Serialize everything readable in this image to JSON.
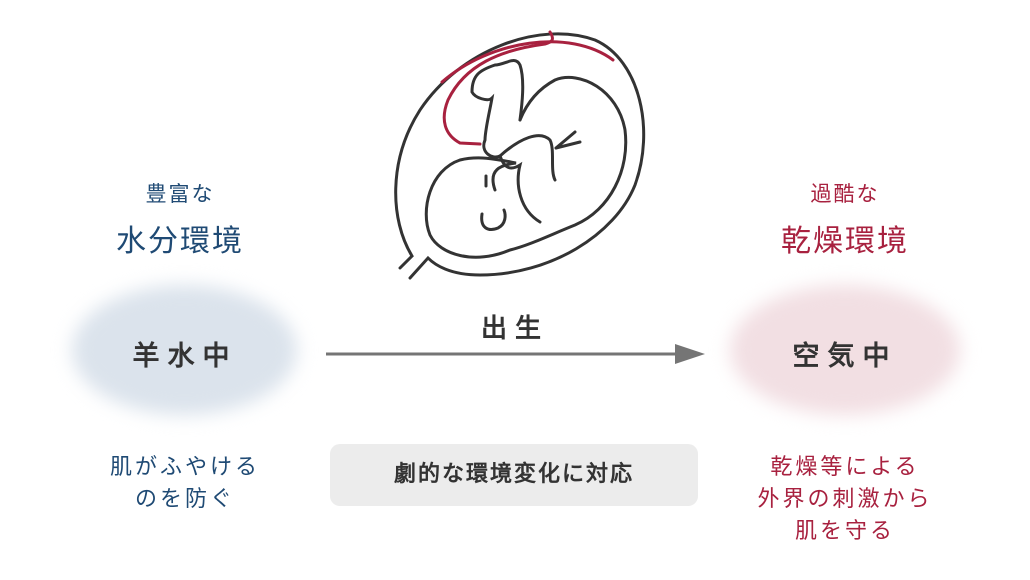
{
  "left": {
    "subtitle": "豊富な",
    "title": "水分環境",
    "center": "羊水中",
    "desc_line1": "肌がふやける",
    "desc_line2": "のを防ぐ"
  },
  "right": {
    "subtitle": "過酷な",
    "title": "乾燥環境",
    "center": "空気中",
    "desc_line1": "乾燥等による",
    "desc_line2": "外界の刺激から",
    "desc_line3": "肌を守る"
  },
  "arrow_label": "出生",
  "bottom_badge": "劇的な環境変化に対応",
  "colors": {
    "blue": "#1f4a74",
    "red": "#a8213f",
    "blue_bg": "#dbe3ec",
    "red_bg": "#f2dfe3",
    "arrow": "#757575"
  }
}
